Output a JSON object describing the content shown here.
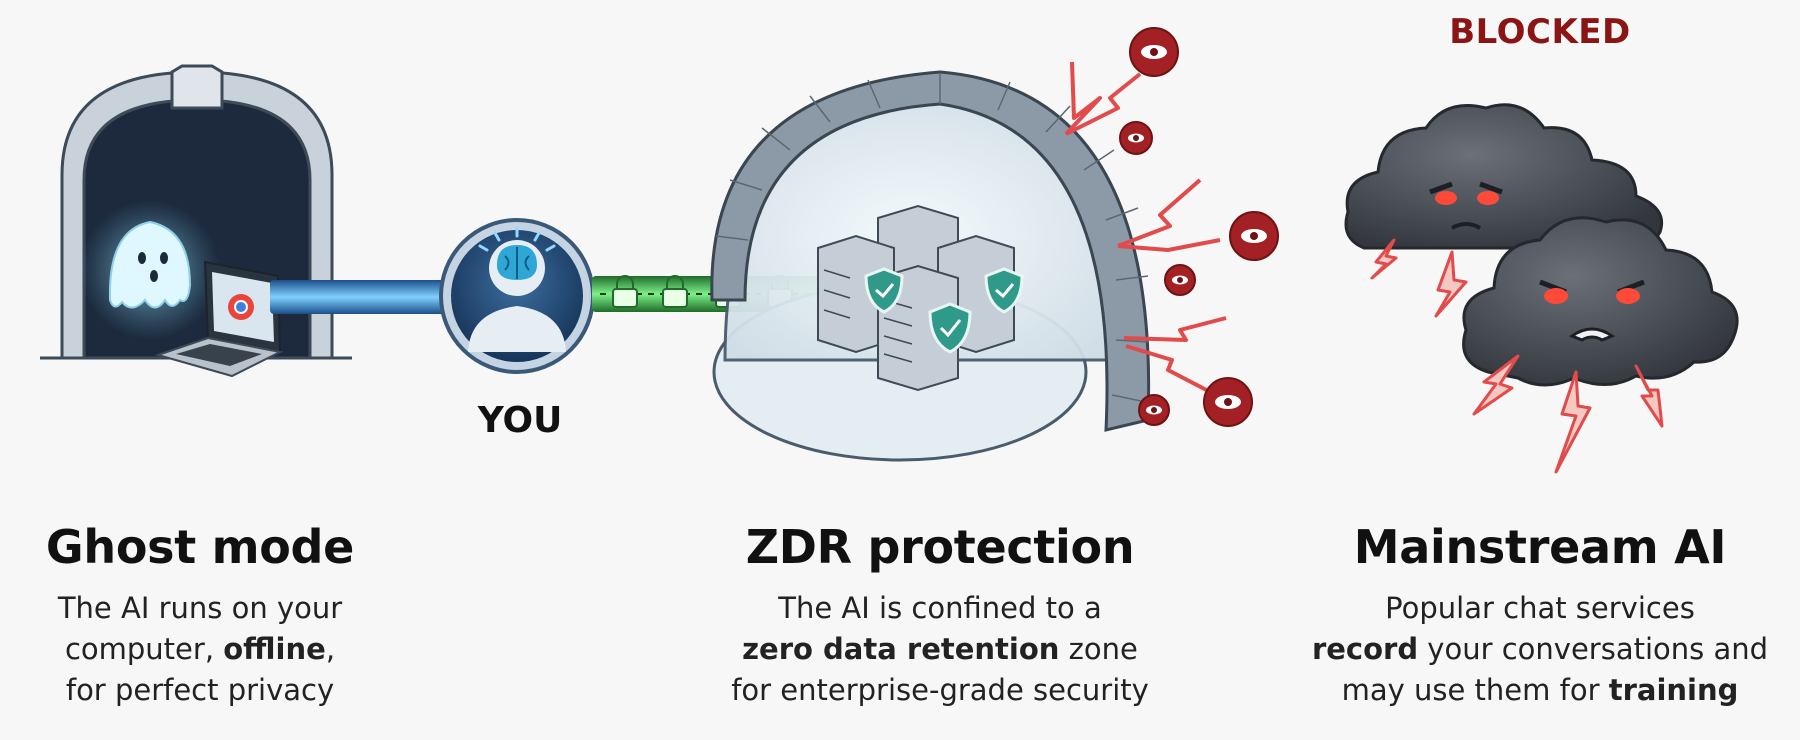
{
  "labels": {
    "you": "YOU",
    "blocked": "BLOCKED"
  },
  "columns": [
    {
      "title": "Ghost mode",
      "lines": [
        [
          {
            "t": "The AI runs on your",
            "b": false
          }
        ],
        [
          {
            "t": "computer, ",
            "b": false
          },
          {
            "t": "offline",
            "b": true
          },
          {
            "t": ",",
            "b": false
          }
        ],
        [
          {
            "t": "for perfect privacy",
            "b": false
          }
        ]
      ]
    },
    {
      "title": "ZDR protection",
      "lines": [
        [
          {
            "t": "The AI is confined to a",
            "b": false
          }
        ],
        [
          {
            "t": "zero data retention",
            "b": true
          },
          {
            "t": " zone",
            "b": false
          }
        ],
        [
          {
            "t": "for enterprise-grade security",
            "b": false
          }
        ]
      ]
    },
    {
      "title": "Mainstream AI",
      "lines": [
        [
          {
            "t": "Popular chat services",
            "b": false
          }
        ],
        [
          {
            "t": "record",
            "b": true
          },
          {
            "t": " your conversations and",
            "b": false
          }
        ],
        [
          {
            "t": "may use them for ",
            "b": false
          },
          {
            "t": "training",
            "b": true
          }
        ]
      ]
    }
  ],
  "colors": {
    "secure_link": "#3fc34f",
    "local_link": "#2e9bdc",
    "threat": "#b3262a",
    "blocked_text": "#8b1414",
    "cloud": "#4a4f57"
  },
  "icons": [
    "ghost-icon",
    "laptop-icon",
    "tunnel-icon",
    "user-brain-icon",
    "padlock-icon",
    "server-icon",
    "shield-icon",
    "dome-icon",
    "eye-icon",
    "lightning-icon",
    "angry-cloud-icon"
  ]
}
